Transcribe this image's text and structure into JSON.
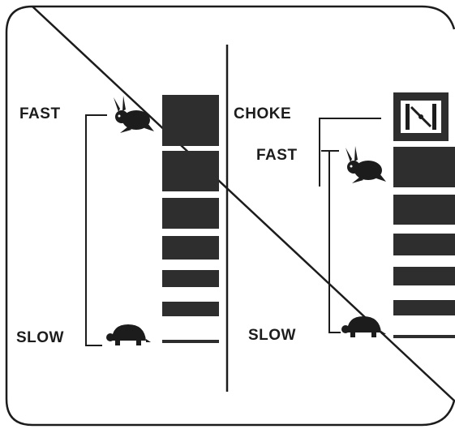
{
  "left_panel": {
    "fast_label": "FAST",
    "slow_label": "SLOW",
    "fast_icon": "rabbit-icon",
    "slow_icon": "turtle-icon"
  },
  "right_panel": {
    "choke_label": "CHOKE",
    "fast_label": "FAST",
    "slow_label": "SLOW",
    "choke_icon": "choke-valve-icon",
    "fast_icon": "rabbit-icon",
    "slow_icon": "turtle-icon"
  },
  "colors": {
    "ink": "#1c1c1c",
    "bar_fill": "#2e2e2e",
    "background": "#ffffff"
  }
}
